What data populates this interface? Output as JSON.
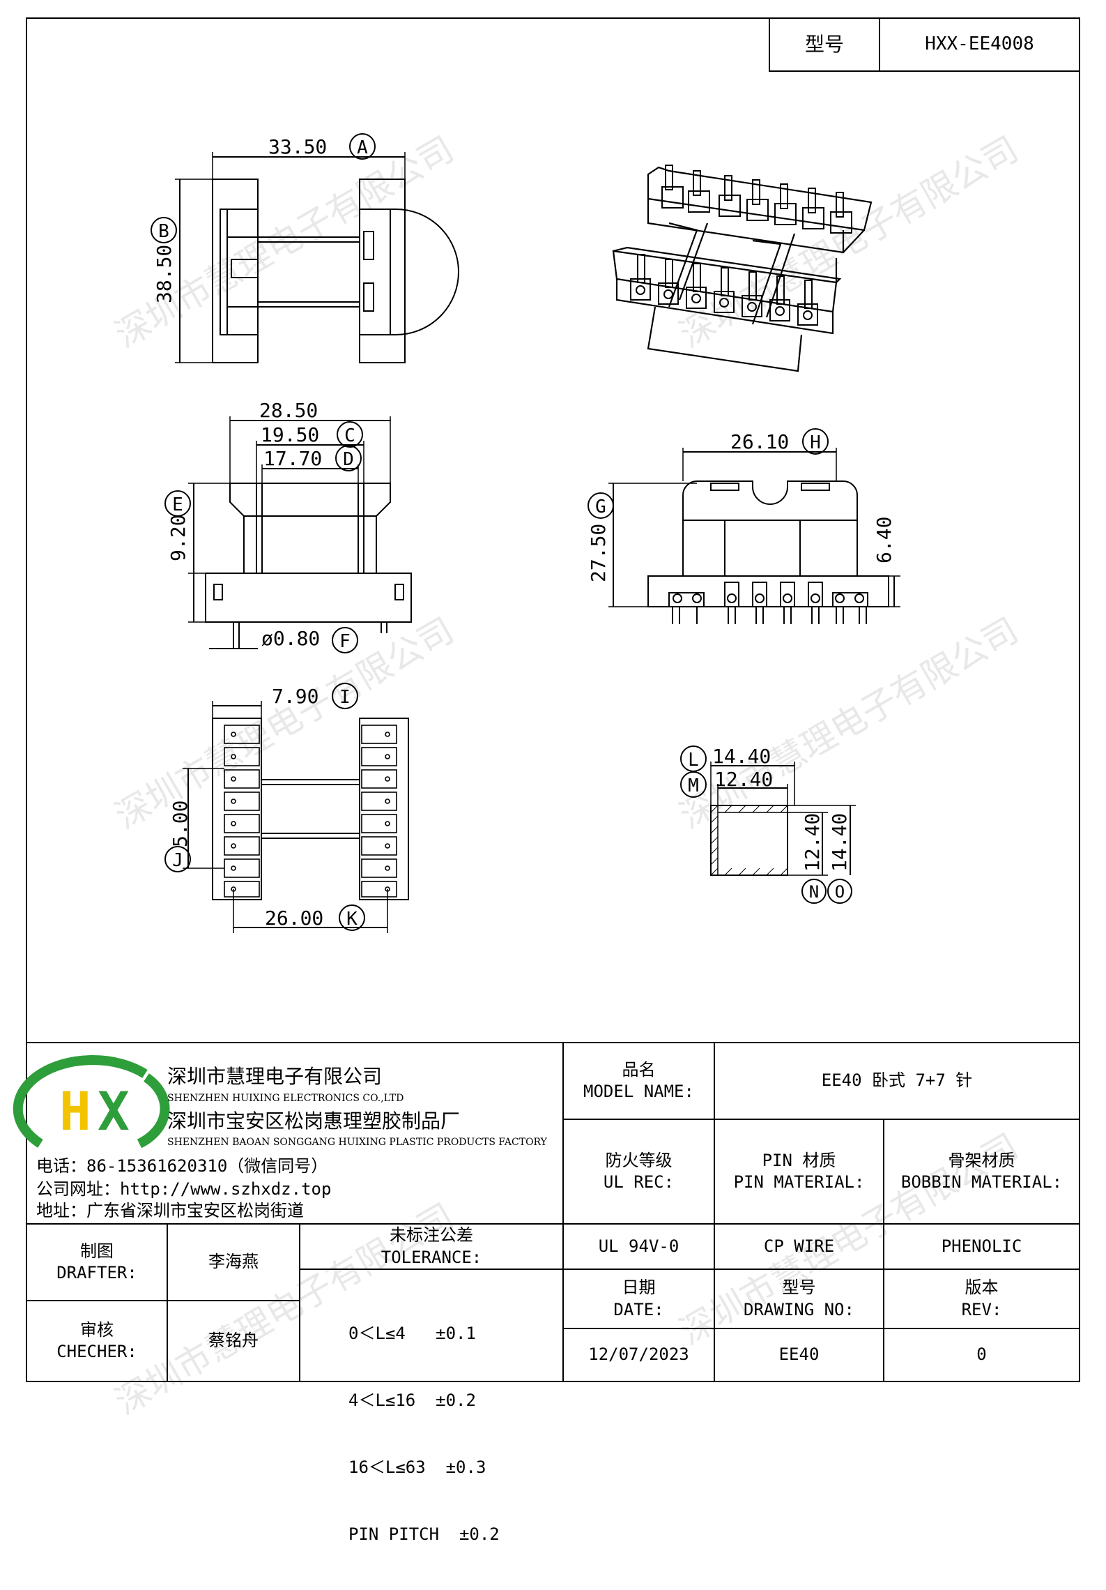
{
  "header": {
    "model_label": "型号",
    "model_value": "HXX-EE4008"
  },
  "dims": {
    "A": {
      "value": "33.50",
      "letter": "A"
    },
    "B": {
      "value": "38.50",
      "letter": "B"
    },
    "C": {
      "value": "19.50",
      "letter": "C"
    },
    "D": {
      "value": "17.70",
      "letter": "D"
    },
    "E": {
      "value": "9.20",
      "letter": "E"
    },
    "F": {
      "value": "ø0.80",
      "letter": "F"
    },
    "G": {
      "value": "27.50",
      "letter": "G"
    },
    "H": {
      "value": "26.10",
      "letter": "H"
    },
    "I": {
      "value": "7.90",
      "letter": "I"
    },
    "J": {
      "value": "5.00",
      "letter": "J"
    },
    "K": {
      "value": "26.00",
      "letter": "K"
    },
    "L": {
      "value": "14.40",
      "letter": "L"
    },
    "M": {
      "value": "12.40",
      "letter": "M"
    },
    "N": {
      "value": "12.40",
      "letter": "N"
    },
    "O": {
      "value": "14.40",
      "letter": "O"
    },
    "overall_width": "28.50",
    "pin_height": "6.40"
  },
  "company": {
    "logo_text": "HX",
    "name_cn": "深圳市慧理电子有限公司",
    "name_en": "SHENZHEN HUIXING ELECTRONICS CO.,LTD",
    "factory_cn": "深圳市宝安区松岗惠理塑胶制品厂",
    "factory_en": "SHENZHEN BAOAN SONGGANG HUIXING PLASTIC PRODUCTS FACTORY",
    "phone": "电话：86-15361620310（微信同号）",
    "website": "公司网址：http://www.szhxdz.top",
    "address": "地址：广东省深圳市宝安区松岗街道",
    "logo_green": "#2e9e3a",
    "logo_yellow": "#f2c400"
  },
  "info": {
    "model_name_cn": "品名",
    "model_name_en": "MODEL NAME:",
    "model_name_value": "EE40 卧式 7+7 针",
    "ul_cn": "防火等级",
    "ul_en": "UL REC:",
    "pin_cn": "PIN 材质",
    "pin_en": "PIN MATERIAL:",
    "bobbin_cn": "骨架材质",
    "bobbin_en": "BOBBIN MATERIAL:",
    "ul_value": "UL 94V-0",
    "pin_value": "CP WIRE",
    "bobbin_value": "PHENOLIC",
    "date_cn": "日期",
    "date_en": "DATE:",
    "drawing_cn": "型号",
    "drawing_en": "DRAWING NO:",
    "rev_cn": "版本",
    "rev_en": "REV:",
    "date_value": "12/07/2023",
    "drawing_value": "EE40",
    "rev_value": "0"
  },
  "signoff": {
    "drafter_cn": "制图",
    "drafter_en": "DRAFTER:",
    "drafter_name": "李海燕",
    "checker_cn": "审核",
    "checker_en": "CHECHER:",
    "checker_name": "蔡铭舟"
  },
  "tolerance": {
    "title_cn": "未标注公差",
    "title_en": "TOLERANCE:",
    "rows": [
      "0＜L≤4   ±0.1",
      "4＜L≤16  ±0.2",
      "16＜L≤63  ±0.3",
      "PIN PITCH  ±0.2"
    ]
  },
  "watermark": "深圳市慧理电子有限公司"
}
